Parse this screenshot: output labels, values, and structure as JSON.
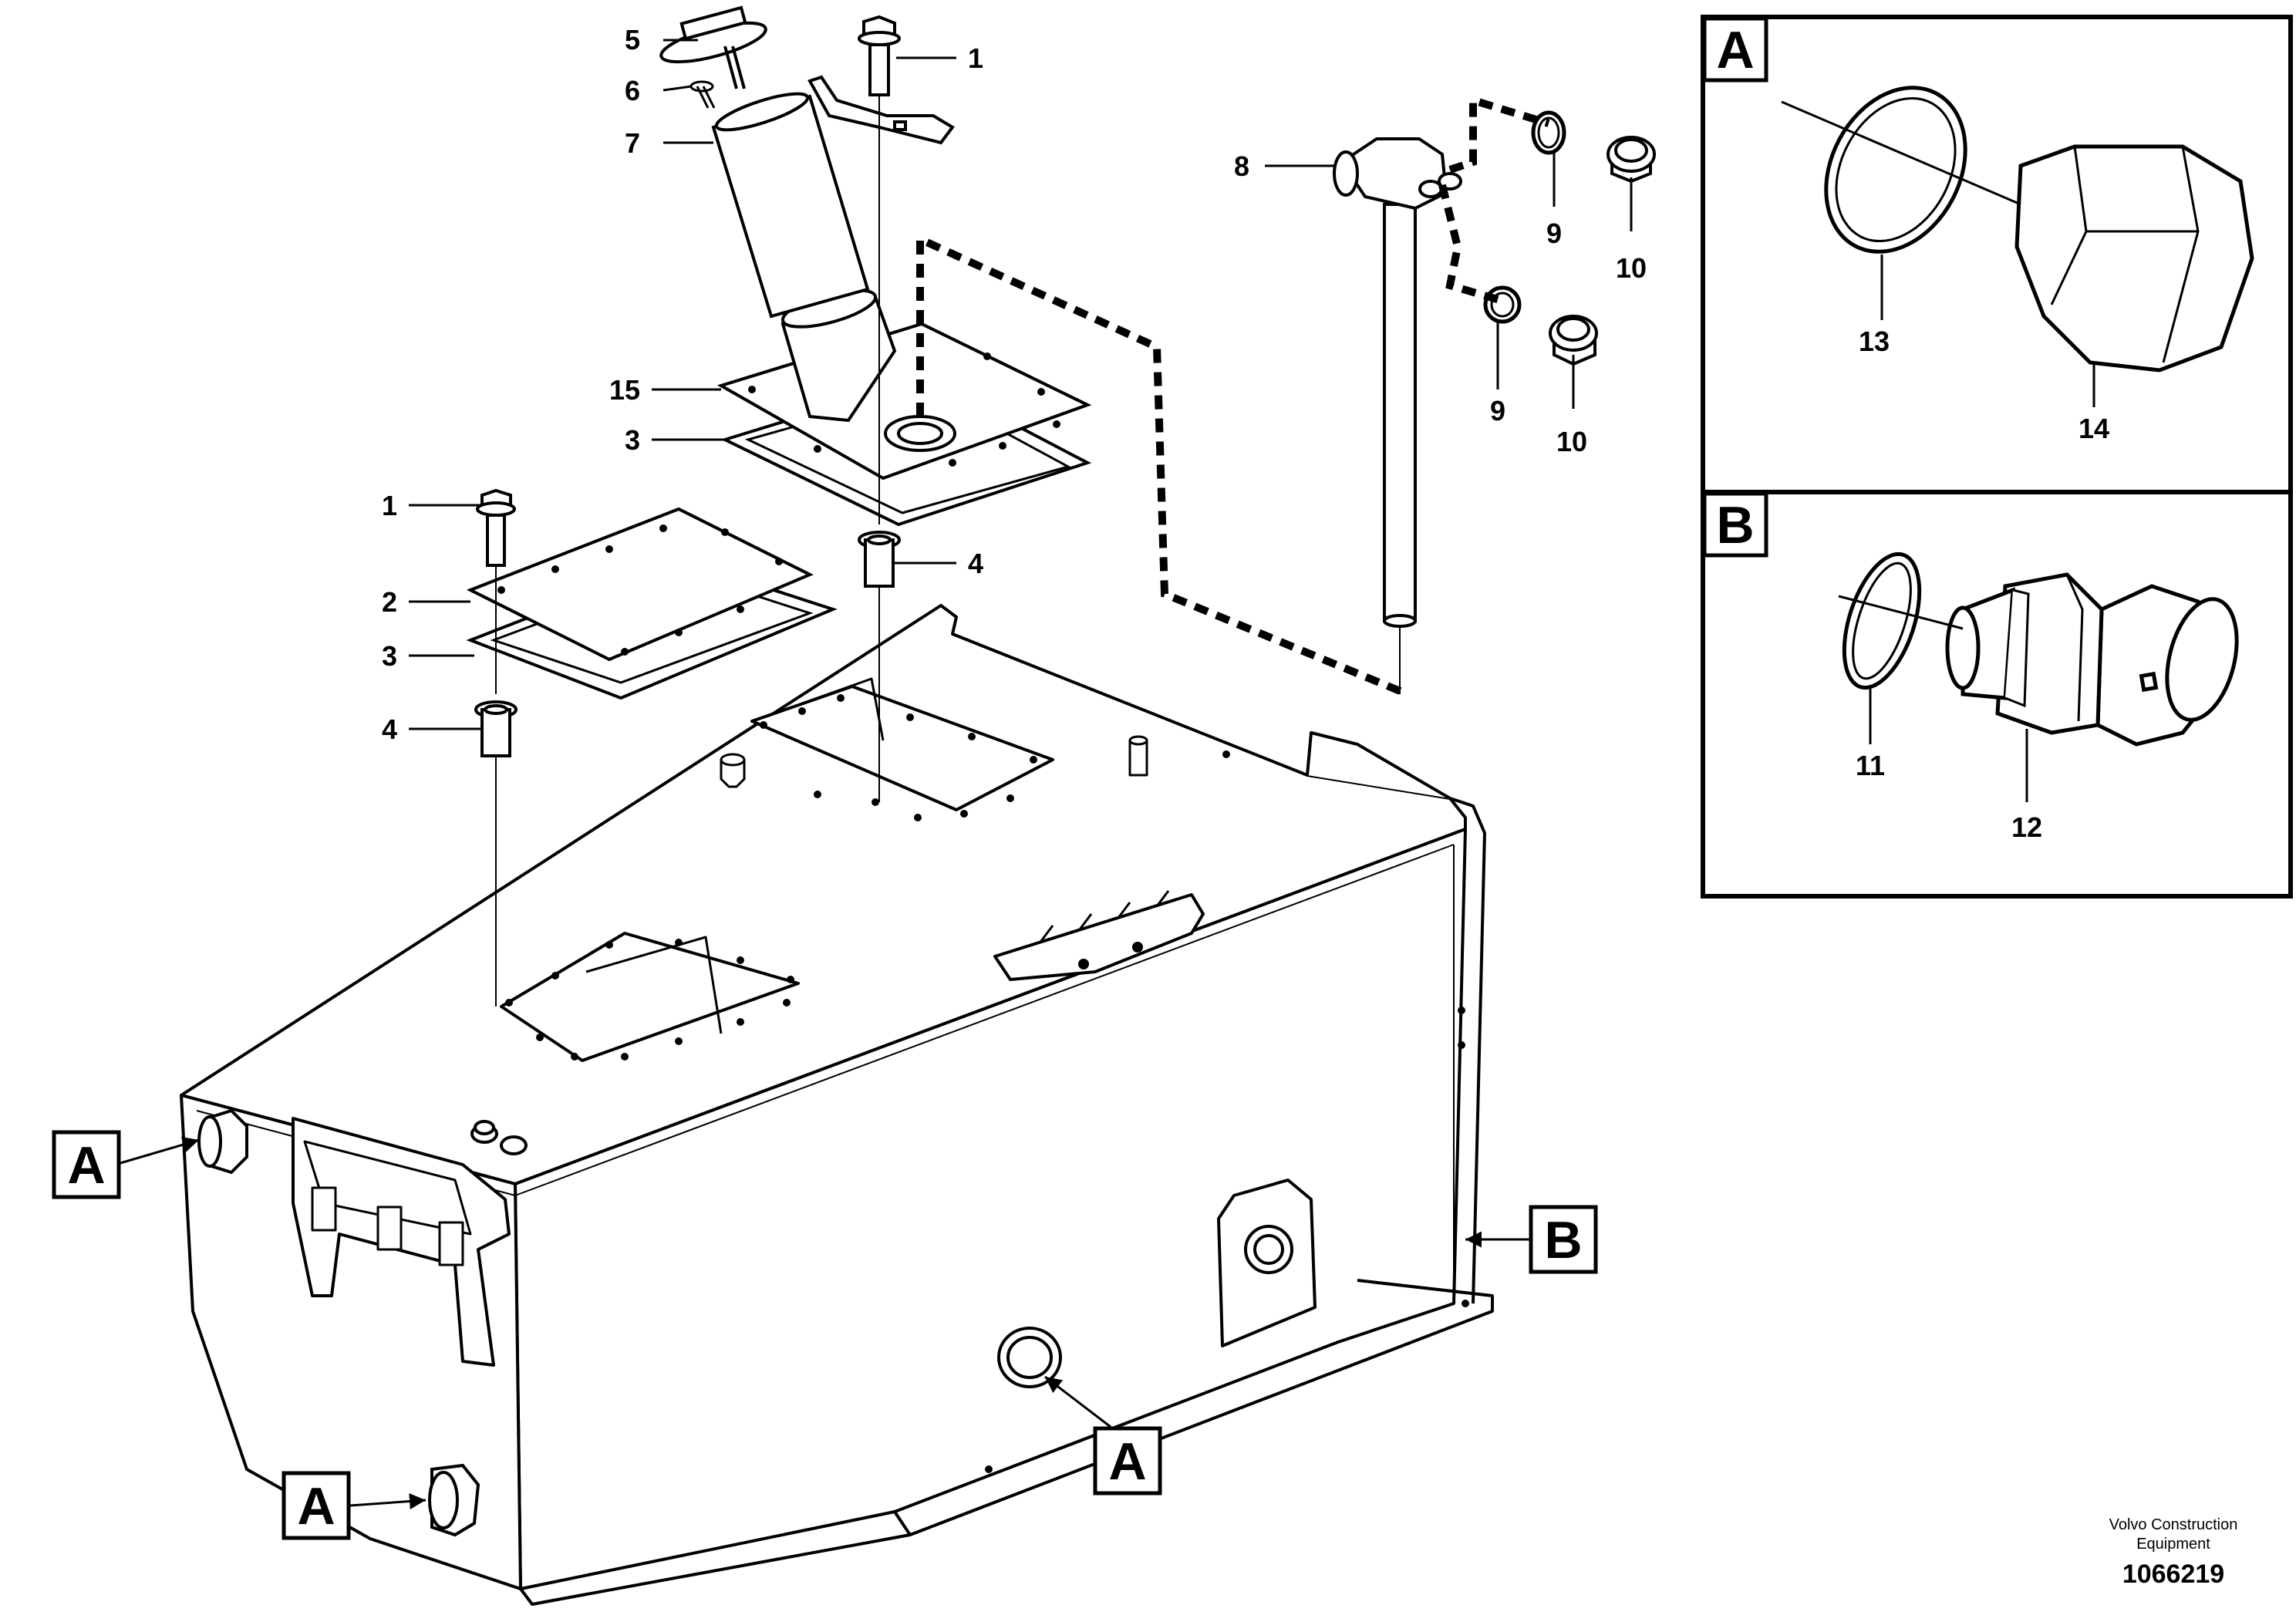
{
  "diagram": {
    "part_labels": {
      "n1a": "1",
      "n5": "5",
      "n6": "6",
      "n7": "7",
      "n15": "15",
      "n3a": "3",
      "n1b": "1",
      "n2": "2",
      "n3b": "3",
      "n4a": "4",
      "n4b": "4",
      "n8": "8",
      "n9a": "9",
      "n10a": "10",
      "n9b": "9",
      "n10b": "10"
    },
    "callouts": {
      "left_upper": "A",
      "left_lower": "A",
      "bottom_center": "A",
      "right": "B"
    },
    "detail_a": {
      "title": "A",
      "labels": {
        "seal": "13",
        "plug": "14"
      }
    },
    "detail_b": {
      "title": "B",
      "labels": {
        "seal": "11",
        "plug": "12"
      }
    },
    "footer": {
      "company_line1": "Volvo Construction",
      "company_line2": "Equipment",
      "drawing_number": "1066219"
    }
  }
}
